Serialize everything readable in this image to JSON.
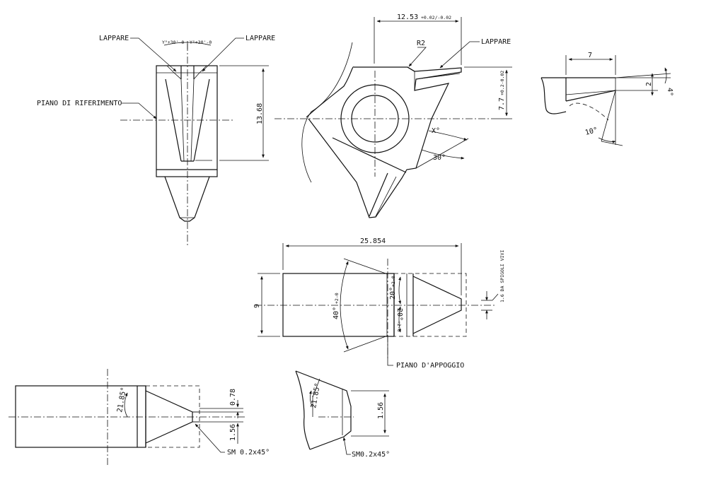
{
  "labels": {
    "lappare": "LAPPARE",
    "piano_riferimento": "PIANO DI RIFERIMENTO",
    "piano_appoggio": "PIANO D'APPOGGIO",
    "spigoli_vivi": "1.6 DA SPIGOLI VIVI",
    "sm_02_a": "SM 0.2x45°",
    "sm_02_b": "SM0.2x45°"
  },
  "dimensions": {
    "y_tol_left": "Y°+30'-0",
    "y_tol_right": "Y°+30'-0",
    "d_13_68": "13.68",
    "d_12_53": "12.53",
    "d_12_53_tol": "+0.02/-0.02",
    "r2": "R2",
    "d_7_7": "7.7",
    "d_7_7_tol": "+0.2-0.02",
    "angle_x": "X°",
    "angle_30": "30°",
    "d_7": "7",
    "d_2": "2",
    "angle_4": "4°",
    "angle_10": "10°",
    "d_25_854": "25.854",
    "d_9": "9",
    "angle_40": "40°",
    "angle_40_tol": "+2-0",
    "angle_20_top": "20°",
    "angle_20_top_tol": "+2-0",
    "angle_20_bot": "20°",
    "angle_20_bot_tol": "+2-0",
    "angle_21_85_a": "21.85°",
    "d_0_78": "0.78",
    "d_1_56_a": "1.56",
    "angle_21_85_b": "21.85°",
    "d_1_56_b": "1.56"
  }
}
